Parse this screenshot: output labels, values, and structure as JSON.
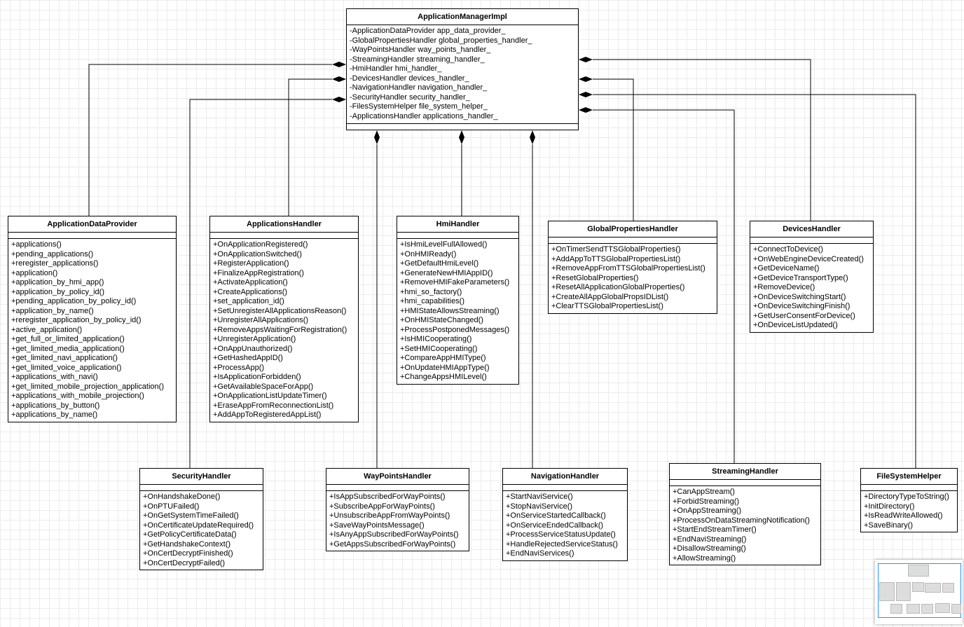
{
  "classes": [
    {
      "id": "manager",
      "title": "ApplicationManagerImpl",
      "attributes": [
        "-ApplicationDataProvider app_data_provider_",
        "-GlobalPropertiesHandler global_properties_handler_",
        "-WayPointsHandler way_points_handler_",
        "-StreamingHandler streaming_handler_",
        "-HmiHandler hmi_handler_",
        "-DevicesHandler devices_handler_",
        "-NavigationHandler navigation_handler_",
        "-SecurityHandler security_handler_",
        "-FilesSystemHelper file_system_helper_",
        "-ApplicationsHandler applications_handler_"
      ],
      "methods": []
    },
    {
      "id": "adp",
      "title": "ApplicationDataProvider",
      "attributes": [],
      "methods": [
        "+applications()",
        "+pending_applications()",
        "+reregister_applications()",
        "+application()",
        "+application_by_hmi_app()",
        "+application_by_policy_id()",
        "+pending_application_by_policy_id()",
        "+application_by_name()",
        "+reregister_application_by_policy_id()",
        "+active_application()",
        "+get_full_or_limited_application()",
        "+get_limited_media_application()",
        "+get_limited_navi_application()",
        "+get_limited_voice_application()",
        "+applications_with_navi()",
        "+get_limited_mobile_projection_application()",
        "+applications_with_mobile_projection()",
        "+applications_by_button()",
        "+applications_by_name()"
      ]
    },
    {
      "id": "apps",
      "title": "ApplicationsHandler",
      "attributes": [],
      "methods": [
        "+OnApplicationRegistered()",
        "+OnApplicationSwitched()",
        "+RegisterApplication()",
        "+FinalizeAppRegistration()",
        "+ActivateApplication()",
        "+CreateApplications()",
        "+set_application_id()",
        "+SetUnregisterAllApplicationsReason()",
        "+UnregisterAllApplications()",
        "+RemoveAppsWaitingForRegistration()",
        "+UnregisterApplication()",
        "+OnAppUnauthorized()",
        "+GetHashedAppID()",
        "+ProcessApp()",
        "+IsApplicationForbidden()",
        "+GetAvailableSpaceForApp()",
        "+OnApplicationListUpdateTimer()",
        "+EraseAppFromReconnectionList()",
        "+AddAppToRegisteredAppList()"
      ]
    },
    {
      "id": "hmi",
      "title": "HmiHandler",
      "attributes": [],
      "methods": [
        "+IsHmiLevelFullAllowed()",
        "+OnHMIReady()",
        "+GetDefaultHmiLevel()",
        "+GenerateNewHMIAppID()",
        "+RemoveHMIFakeParameters()",
        "+hmi_so_factory()",
        "+hmi_capabilities()",
        "+HMIStateAllowsStreaming()",
        "+OnHMIStateChanged()",
        "+ProcessPostponedMessages()",
        "+IsHMICooperating()",
        "+SetHMICooperating()",
        "+CompareAppHMIType()",
        "+OnUpdateHMIAppType()",
        "+ChangeAppsHMILevel()"
      ]
    },
    {
      "id": "global",
      "title": "GlobalPropertiesHandler",
      "attributes": [],
      "methods": [
        "+OnTimerSendTTSGlobalProperties()",
        "+AddAppToTTSGlobalPropertiesList()",
        "+RemoveAppFromTTSGlobalPropertiesList()",
        "+ResetGlobalProperties()",
        "+ResetAllApplicationGlobalProperties()",
        "+CreateAllAppGlobalPropsIDList()",
        "+ClearTTSGlobalPropertiesList()"
      ]
    },
    {
      "id": "devices",
      "title": "DevicesHandler",
      "attributes": [],
      "methods": [
        "+ConnectToDevice()",
        "+OnWebEngineDeviceCreated()",
        "+GetDeviceName()",
        "+GetDeviceTransportType()",
        "+RemoveDevice()",
        "+OnDeviceSwitchingStart()",
        "+OnDeviceSwitchingFinish()",
        "+GetUserConsentForDevice()",
        "+OnDeviceListUpdated()"
      ]
    },
    {
      "id": "security",
      "title": "SecurityHandler",
      "attributes": [],
      "methods": [
        "+OnHandshakeDone()",
        "+OnPTUFailed()",
        "+OnGetSystemTimeFailed()",
        "+OnCertificateUpdateRequired()",
        "+GetPolicyCertificateData()",
        "+GetHandshakeContext()",
        "+OnCertDecryptFinished()",
        "+OnCertDecryptFailed()"
      ]
    },
    {
      "id": "waypoints",
      "title": "WayPointsHandler",
      "attributes": [],
      "methods": [
        "+IsAppSubscribedForWayPoints()",
        "+SubscribeAppForWayPoints()",
        "+UnsubscribeAppFromWayPoints()",
        "+SaveWayPointsMessage()",
        "+IsAnyAppSubscribedForWayPoints()",
        "+GetAppsSubscribedForWayPoints()"
      ]
    },
    {
      "id": "navigation",
      "title": "NavigationHandler",
      "attributes": [],
      "methods": [
        "+StartNaviService()",
        "+StopNaviService()",
        "+OnServiceStartedCallback()",
        "+OnServiceEndedCallback()",
        "+ProcessServiceStatusUpdate()",
        "+HandleRejectedServiceStatus()",
        "+EndNaviServices()"
      ]
    },
    {
      "id": "streaming",
      "title": "StreamingHandler",
      "attributes": [],
      "methods": [
        "+CanAppStream()",
        "+ForbidStreaming()",
        "+OnAppStreaming()",
        "+ProcessOnDataStreamingNotification()",
        "+StartEndStreamTimer()",
        "+EndNaviStreaming()",
        "+DisallowStreaming()",
        "+AllowStreaming()"
      ]
    },
    {
      "id": "filesystem",
      "title": "FileSystemHelper",
      "attributes": [],
      "methods": [
        "+DirectoryTypeToString()",
        "+InitDirectory()",
        "+IsReadWriteAllowed()",
        "+SaveBinary()"
      ]
    }
  ],
  "relations": [
    {
      "from": "adp",
      "to": "manager",
      "type": "composition"
    },
    {
      "from": "apps",
      "to": "manager",
      "type": "composition"
    },
    {
      "from": "security",
      "to": "manager",
      "type": "composition"
    },
    {
      "from": "waypoints",
      "to": "manager",
      "type": "composition"
    },
    {
      "from": "hmi",
      "to": "manager",
      "type": "composition"
    },
    {
      "from": "navigation",
      "to": "manager",
      "type": "composition"
    },
    {
      "from": "devices",
      "to": "manager",
      "type": "composition"
    },
    {
      "from": "global",
      "to": "manager",
      "type": "composition"
    },
    {
      "from": "filesystem",
      "to": "manager",
      "type": "composition"
    },
    {
      "from": "streaming",
      "to": "manager",
      "type": "composition"
    }
  ]
}
